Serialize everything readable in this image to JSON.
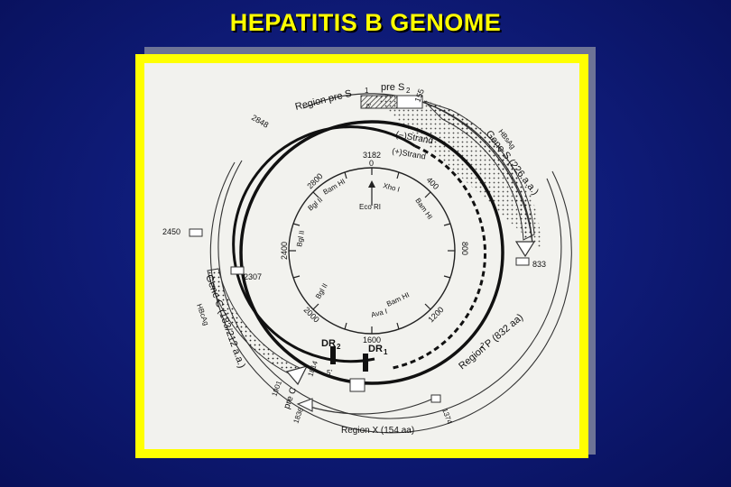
{
  "title": "HEPATITIS B GENOME",
  "labels": {
    "region_pre_s1": "Region  pre S",
    "pre_s1_sub": "1",
    "pre_s2": "pre S",
    "pre_s2_sub": "2",
    "pos_155": "155",
    "pos_2848": "2848",
    "minus_strand": "(−)Strand",
    "plus_strand": "(+)Strand",
    "gene_s": "Gene  S  (226 a.a.)",
    "hbsag": "HBsAg",
    "pos_3182": "3182",
    "pos_0": "0",
    "pos_2800": "2800",
    "pos_400": "400",
    "pos_2400": "2400",
    "pos_800": "800",
    "pos_2000": "2000",
    "pos_1200": "1200",
    "pos_1600": "1600",
    "xho": "Xho I",
    "bam1": "Bam HI",
    "bam2": "Bam HI",
    "bam3": "Bam HI",
    "bgl1": "Bgl II",
    "bgl2": "Bgl II",
    "bgl3": "Bgl II",
    "eco": "Eco RI",
    "ava": "Ava I",
    "pos_2450": "2450",
    "pos_833": "833",
    "pos_2307": "2307",
    "gene_c": "Gene  C  (183/212 a.a.)",
    "hbcag": "HBcAg",
    "region_p": "Region  P  (832 aa)",
    "dr2": "DR",
    "dr2_sub": "2",
    "dr1": "DR",
    "dr1_sub": "1",
    "pos_1814": "1814",
    "pos_1901": "1901",
    "pre_c": "pre C",
    "pos_1836": "1836",
    "pos_1374": "1374",
    "region_x": "Region  X  (154 aa)",
    "mark_5a": "5'",
    "mark_5b": "5'",
    "mark_5c": "5'",
    "mark_2": "2"
  }
}
